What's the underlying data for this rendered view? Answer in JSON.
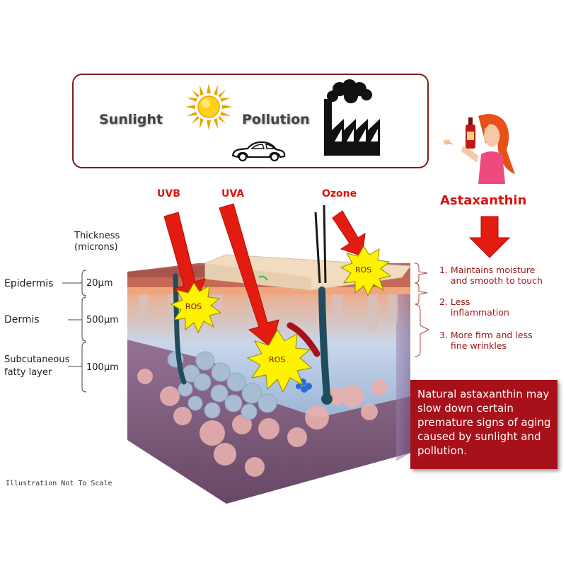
{
  "sources": {
    "sunlight": "Sunlight",
    "pollution": "Pollution"
  },
  "rays": {
    "uvb": "UVB",
    "uva": "UVA",
    "ozone": "Ozone"
  },
  "thickness_header": "Thickness\n(microns)",
  "layers": [
    {
      "name": "Epidermis",
      "thickness": "20μm"
    },
    {
      "name": "Dermis",
      "thickness": "500μm"
    },
    {
      "name": "Subcutaneous\nfatty layer",
      "thickness": "100μm"
    }
  ],
  "ros_label": "ROS",
  "astaxanthin": {
    "title": "Astaxanthin",
    "benefits": [
      "1. Maintains moisture\n    and smooth to touch",
      "2. Less\n    inflammation",
      "3. More firm and less\n    fine wrinkles"
    ]
  },
  "note": "Natural astaxanthin may slow down certain premature signs of aging caused by sunlight and pollution.",
  "footnote": "Illustration Not To Scale",
  "colors": {
    "accent_red": "#d8140c",
    "note_bg": "#a8101a",
    "box_border": "#7a1e1e"
  },
  "icons": [
    "sun-icon",
    "car-icon",
    "factory-icon",
    "woman-with-bottle-icon",
    "skin-cross-section-illustration"
  ]
}
